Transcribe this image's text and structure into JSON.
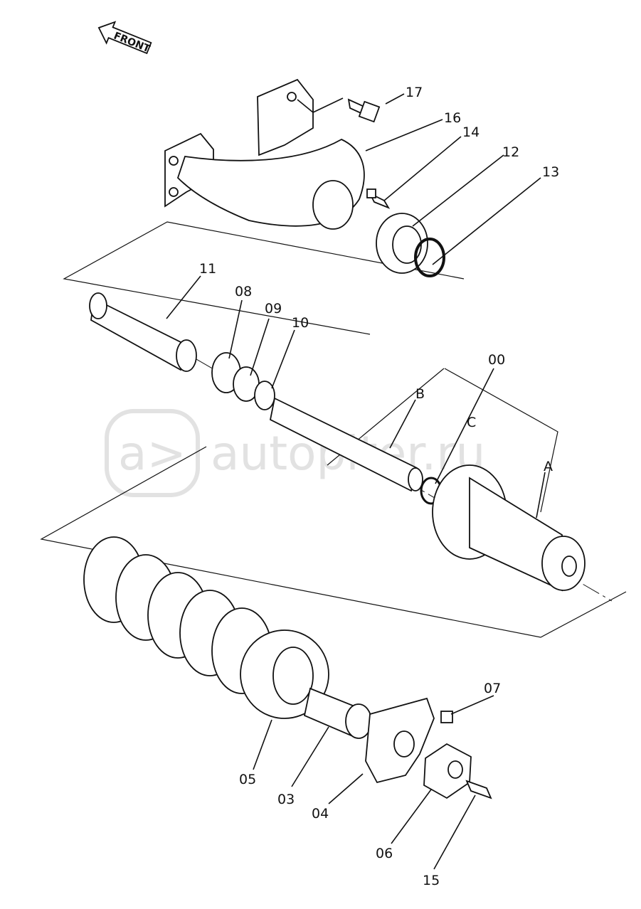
{
  "front_arrow": {
    "label": "FRONT"
  },
  "watermark": {
    "text": "autopiter.ru",
    "mark": "a>"
  },
  "callouts": {
    "c17": "17",
    "c16": "16",
    "c14": "14",
    "c12": "12",
    "c13": "13",
    "c11": "11",
    "c08": "08",
    "c09": "09",
    "c10": "10",
    "c00": "00",
    "cC": "C",
    "cB": "B",
    "cA": "A",
    "c07": "07",
    "c05": "05",
    "c03": "03",
    "c04": "04",
    "c06": "06",
    "c15": "15"
  },
  "colors": {
    "ink": "#111111",
    "watermark": "#e2e2e2",
    "background": "#ffffff"
  }
}
